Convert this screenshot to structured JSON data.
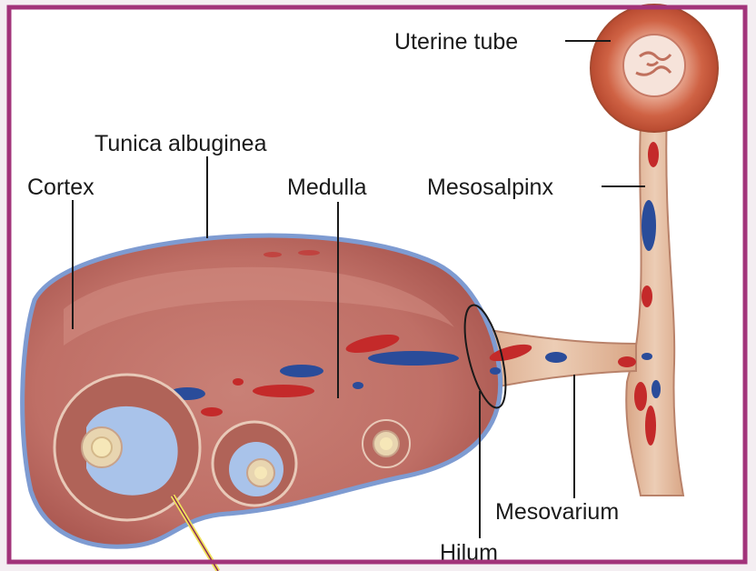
{
  "diagram": {
    "labels": {
      "uterine_tube": "Uterine tube",
      "tunica_albuginea": "Tunica albuginea",
      "cortex": "Cortex",
      "medulla": "Medulla",
      "mesosalpinx": "Mesosalpinx",
      "mesovarium": "Mesovarium",
      "hilum": "Hilum"
    },
    "colors": {
      "frame_border": "#a2337a",
      "ovary_tissue": "#c97c73",
      "ovary_outline": "#7e9bd1",
      "vessel_artery": "#c42a2a",
      "vessel_vein": "#2a4c9a",
      "follicle_fluid": "#a9c3ea",
      "oocyte": "#f6e7b8",
      "ligament": "#e3b99b",
      "pointer_line": "#f0e25a"
    }
  }
}
